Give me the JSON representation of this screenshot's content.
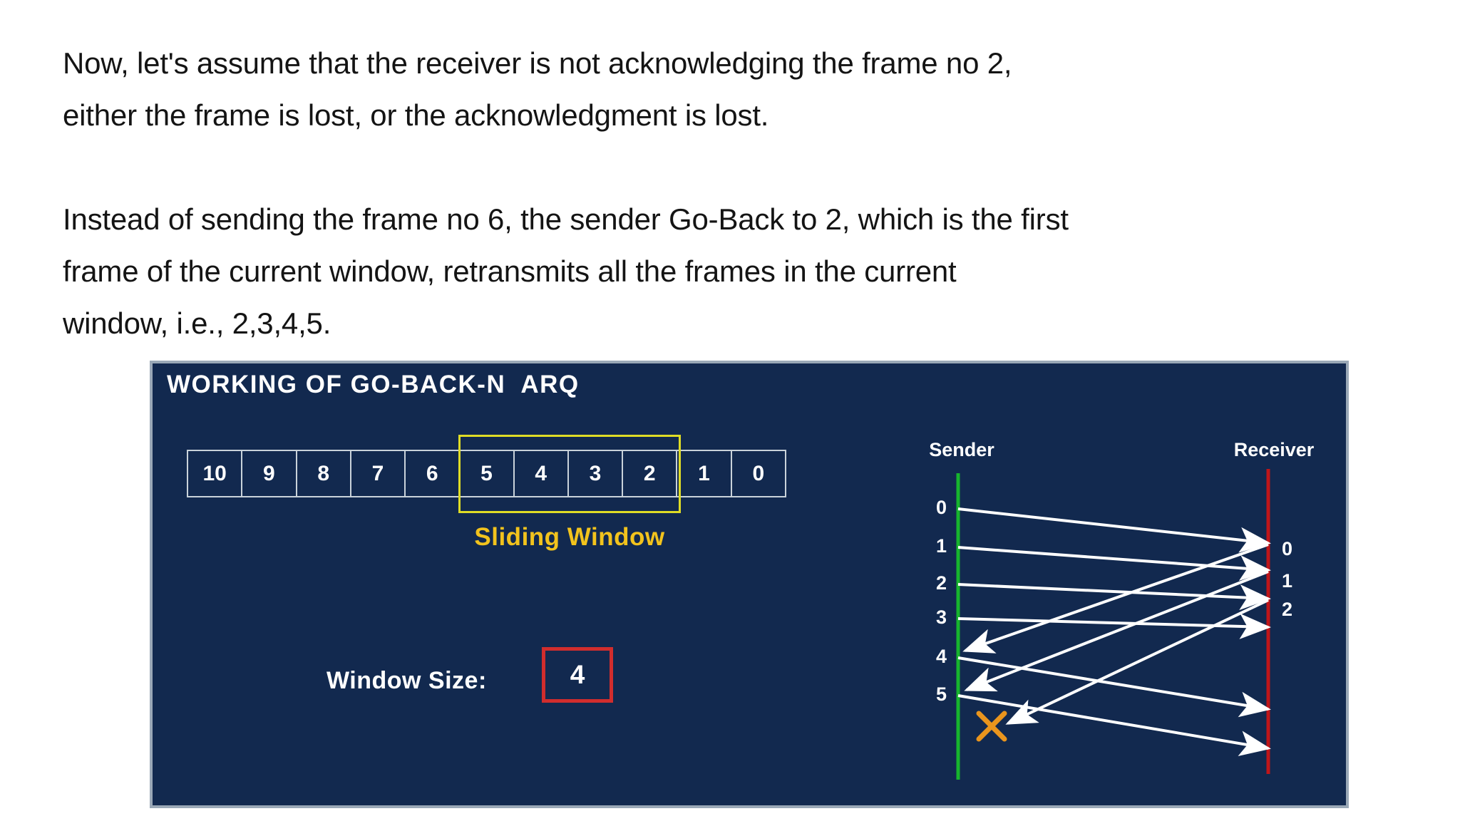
{
  "intro": {
    "paragraph1_lines": [
      "Now, let's assume that the receiver is not acknowledging the frame no 2,",
      "either the frame is lost, or the acknowledgment is lost."
    ],
    "paragraph2_lines": [
      "Instead of sending the frame no 6, the sender Go-Back to 2, which is the first",
      "frame of the current window, retransmits all the frames in the current",
      "window, i.e., 2,3,4,5."
    ]
  },
  "diagram": {
    "title": "WORKING OF GO-BACK-N  ARQ",
    "sequence_boxes": [
      "10",
      "9",
      "8",
      "7",
      "6",
      "5",
      "4",
      "3",
      "2",
      "1",
      "0"
    ],
    "sliding_window": {
      "label": "Sliding Window",
      "covered_boxes": [
        "5",
        "4",
        "3",
        "2"
      ]
    },
    "window_size": {
      "label": "Window Size:",
      "value": "4"
    },
    "timeline": {
      "sender_label": "Sender",
      "receiver_label": "Receiver",
      "sender_ticks": [
        "0",
        "1",
        "2",
        "3",
        "4",
        "5"
      ],
      "receiver_ticks": [
        "0",
        "1",
        "2"
      ],
      "frame_arrows_from_sender_ticks": [
        "0",
        "1",
        "2",
        "3",
        "4",
        "5"
      ],
      "ack_arrows_to_sender": [
        "after frame 0",
        "after frame 1"
      ],
      "lost_ack_marker": "×"
    },
    "colors": {
      "panel_bg": "#12294f",
      "panel_border": "#9aa8b7",
      "sender_line_green": "#17b42e",
      "receiver_line_red": "#bf1519",
      "lost_marker_orange": "#ea951d",
      "window_rect_yellow": "#dfdc26",
      "sliding_label_gold": "#f2c31d",
      "window_size_box_red": "#d12d2d",
      "arrow_white": "#ffffff"
    }
  }
}
